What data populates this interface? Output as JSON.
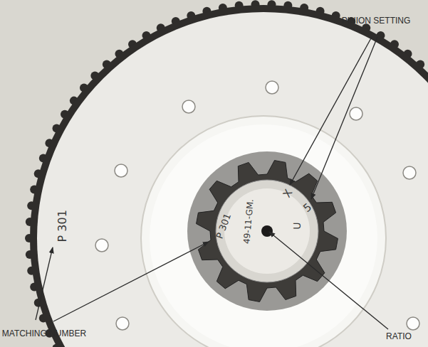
{
  "diagram": {
    "labels": [
      "PINION SETTING",
      "MATCHING NUMBER",
      "RATIO",
      "P 301",
      "P 301",
      "49-11-GM.",
      "X",
      "5",
      "U"
    ]
  }
}
